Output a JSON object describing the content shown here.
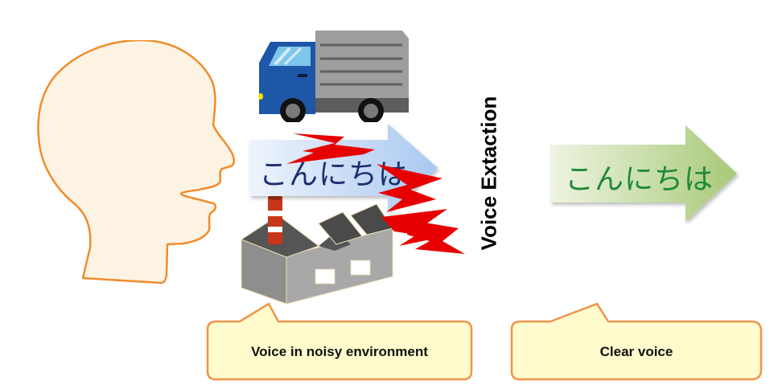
{
  "diagram": {
    "title": "Voice Extaction",
    "noisy_arrow": {
      "text": "こんにちは",
      "text_color": "#1a2f6e",
      "fill_from": "#eef4fc",
      "fill_to": "#a9c8f0"
    },
    "clean_arrow": {
      "text": "こんにちは",
      "text_color": "#1f8a3a",
      "fill_from": "#eef4e2",
      "fill_to": "#a8c978"
    },
    "callouts": [
      {
        "id": "noisy",
        "label": "Voice in noisy environment"
      },
      {
        "id": "clear",
        "label": "Clear voice"
      }
    ],
    "icons": [
      {
        "name": "speaking-head-icon"
      },
      {
        "name": "truck-icon"
      },
      {
        "name": "factory-icon"
      },
      {
        "name": "noise-lightning-icon"
      }
    ],
    "colors": {
      "head_fill": "#fdf3e3",
      "head_stroke": "#f08c2a",
      "callout_fill": "#fffbcc",
      "callout_stroke": "#f0944a",
      "noise_red": "#e60000",
      "truck_cab": "#1e56a8",
      "truck_box": "#9e9e9e"
    }
  }
}
